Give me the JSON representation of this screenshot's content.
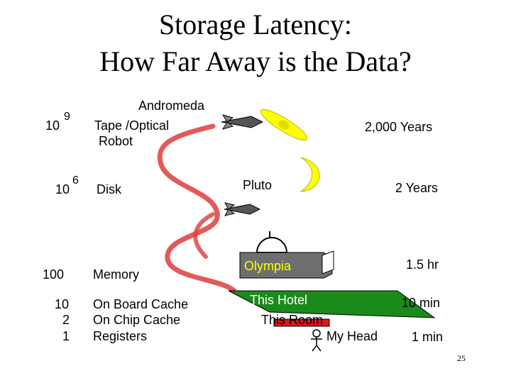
{
  "slide": {
    "title_line1": "Storage Latency:",
    "title_line2": "How Far Away is the Data?",
    "slide_number": "25"
  },
  "levels": {
    "tape": {
      "exponent_base": "10",
      "exponent": "9",
      "label_line1": "Tape /Optical",
      "label_line2": "Robot",
      "place": "Andromeda",
      "time": "2,000 Years"
    },
    "disk": {
      "exponent_base": "10",
      "exponent": "6",
      "label": "Disk",
      "place": "Pluto",
      "time": "2 Years"
    },
    "memory": {
      "count": "100",
      "label": "Memory",
      "place": "Olympia",
      "time": "1.5 hr"
    },
    "cache": {
      "counts": [
        "10",
        "2",
        "1"
      ],
      "labels": [
        "On Board  Cache",
        "On Chip Cache",
        "Registers"
      ],
      "places": [
        "This Hotel",
        "This Room",
        "My Head"
      ],
      "times": [
        "10 min",
        "1 min"
      ]
    }
  },
  "colors": {
    "road": "#e03c3c",
    "moon": "#ffff00",
    "hotel": "#1a8a1a",
    "olympia_text": "#ffff00",
    "room": "#d81818"
  }
}
